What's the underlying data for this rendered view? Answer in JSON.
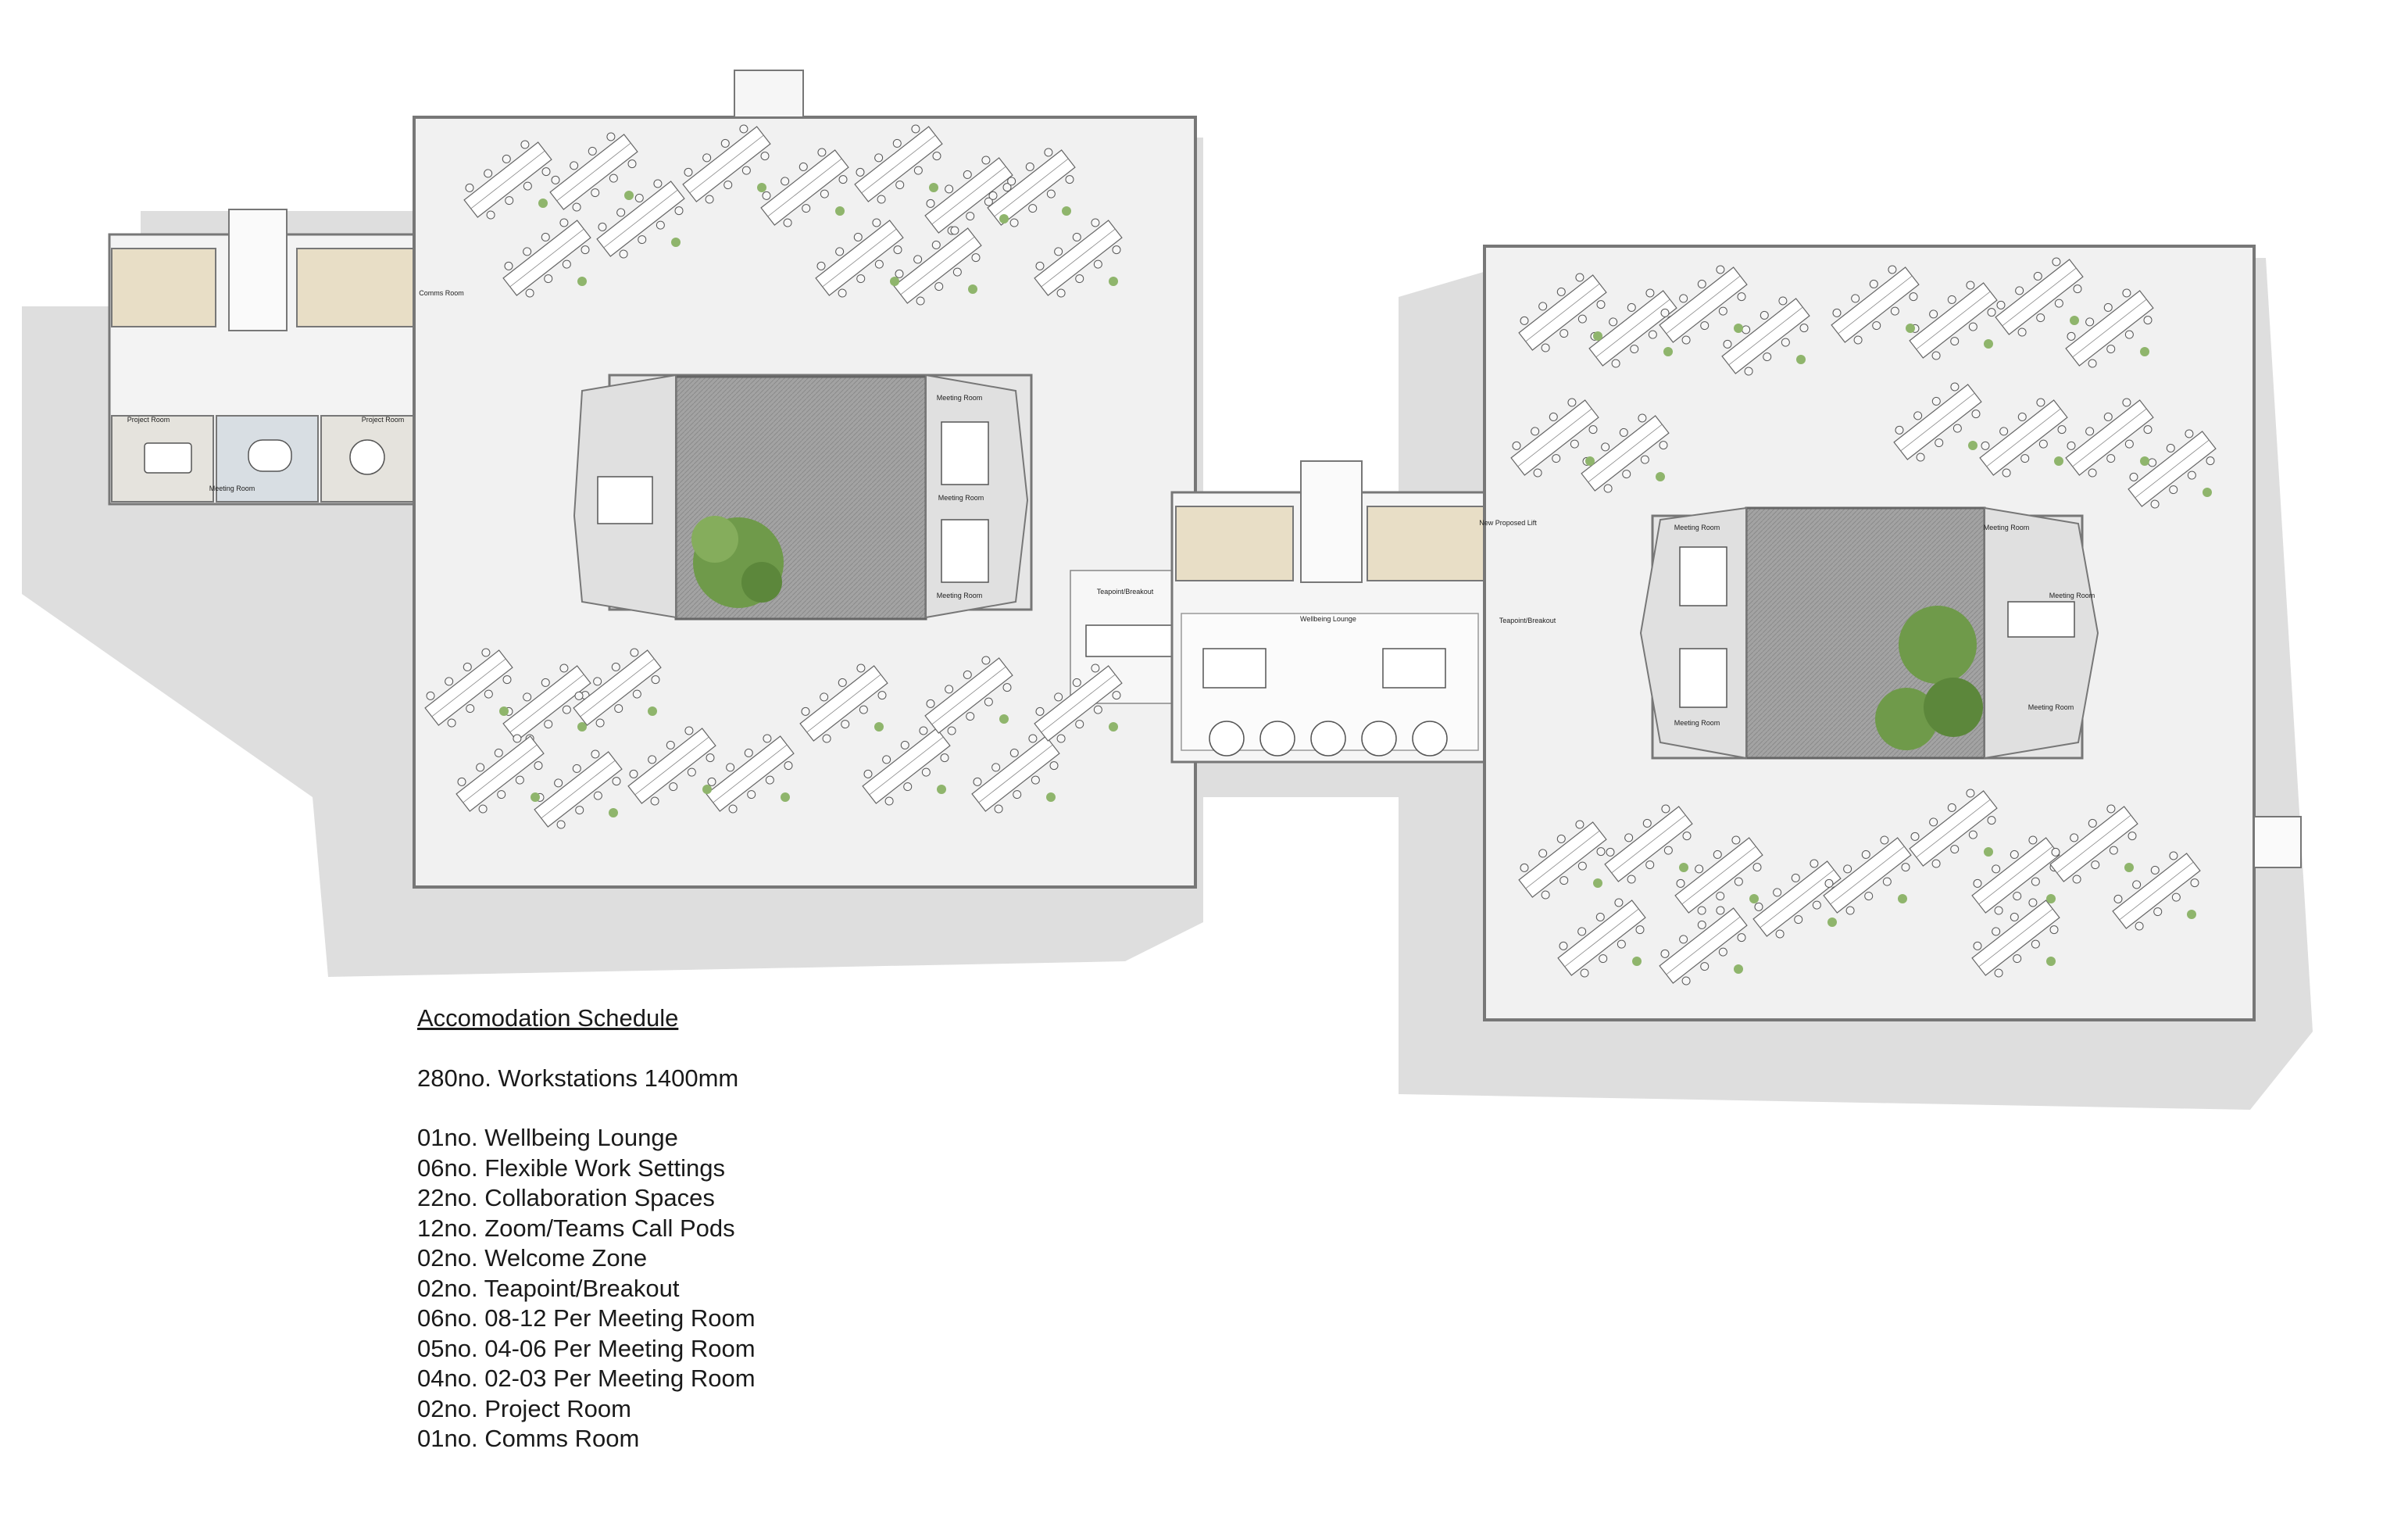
{
  "plan": {
    "rooms": {
      "comms_room": "Comms Room",
      "project_room_left": "Project Room",
      "meeting_room_small": "Meeting Room",
      "project_room_right": "Project Room",
      "meeting_room_a": "Meeting Room",
      "meeting_room_b": "Meeting Room",
      "teapoint_left": "Teapoint/Breakout",
      "wellbeing_lounge": "Wellbeing Lounge",
      "new_lift": "New Proposed Lift",
      "teapoint_right": "Teapoint/Breakout",
      "meeting_room_c": "Meeting Room",
      "meeting_room_d": "Meeting Room",
      "meeting_room_e": "Meeting Room",
      "meeting_room_f": "Meeting Room",
      "meeting_room_g": "Meeting Room",
      "meeting_room_h": "Meeting Room"
    },
    "colors": {
      "floor": "#f1f1f1",
      "shadow": "#dcdcdc",
      "wall": "#7a7a7a",
      "wc_tan": "#e6dcc4",
      "project_room": "#e4e2dc",
      "meeting_blue": "#d7dde2",
      "courtyard": "#9a9a9a",
      "tree": "#6f9a4a",
      "desk": "#ffffff",
      "plant": "#8fb56c"
    }
  },
  "schedule": {
    "title": "Accomodation Schedule",
    "workstations": "280no. Workstations 1400mm",
    "items": [
      "01no. Wellbeing Lounge",
      "06no. Flexible Work Settings",
      "22no. Collaboration Spaces",
      "12no. Zoom/Teams Call Pods",
      "02no. Welcome Zone",
      "02no. Teapoint/Breakout",
      "06no. 08-12 Per Meeting Room",
      "05no. 04-06 Per Meeting Room",
      "04no. 02-03 Per Meeting Room",
      "02no. Project Room",
      "01no. Comms Room"
    ]
  }
}
